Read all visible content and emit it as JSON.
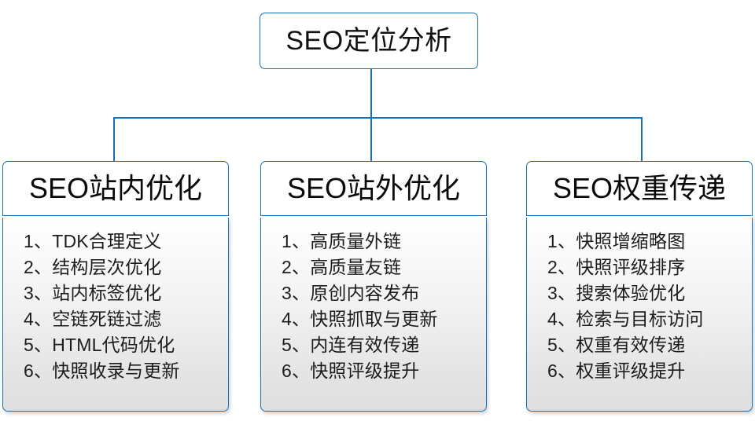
{
  "diagram": {
    "type": "org-chart",
    "accent_color": "#1771b8",
    "root": {
      "label": "SEO定位分析"
    },
    "branches": [
      {
        "title": "SEO站内优化",
        "items": [
          "1、TDK合理定义",
          "2、结构层次优化",
          "3、站内标签优化",
          "4、空链死链过滤",
          "5、HTML代码优化",
          "6、快照收录与更新"
        ]
      },
      {
        "title": "SEO站外优化",
        "items": [
          "1、高质量外链",
          "2、高质量友链",
          "3、原创内容发布",
          "4、快照抓取与更新",
          "5、内连有效传递",
          "6、快照评级提升"
        ]
      },
      {
        "title": "SEO权重传递",
        "items": [
          "1、快照增缩略图",
          "2、快照评级排序",
          "3、搜索体验优化",
          "4、检索与目标访问",
          "5、权重有效传递",
          "6、权重评级提升"
        ]
      }
    ]
  }
}
